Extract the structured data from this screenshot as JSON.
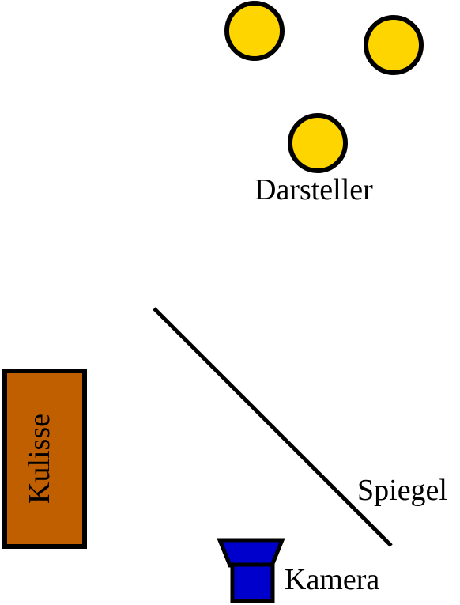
{
  "labels": {
    "performers": "Darsteller",
    "backdrop": "Kulisse",
    "mirror": "Spiegel",
    "camera": "Kamera"
  },
  "colors": {
    "performer_fill": "#FFD500",
    "backdrop_fill": "#C05F00",
    "camera_fill": "#0000CC",
    "stroke": "#000000",
    "background": "#FFFFFF"
  }
}
